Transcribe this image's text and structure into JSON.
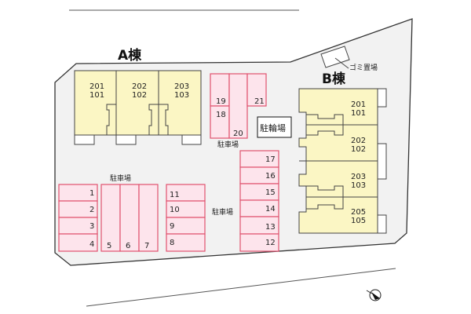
{
  "buildings": {
    "a": {
      "title": "A棟",
      "units": [
        [
          "201",
          "101"
        ],
        [
          "202",
          "102"
        ],
        [
          "203",
          "103"
        ]
      ]
    },
    "b": {
      "title": "B棟",
      "units": [
        [
          "201",
          "101"
        ],
        [
          "202",
          "102"
        ],
        [
          "203",
          "103"
        ],
        [
          "205",
          "105"
        ]
      ]
    }
  },
  "labels": {
    "parking": "駐車場",
    "bicycle_parking": "駐輪場",
    "garbage": "ゴミ置場"
  },
  "parking_slots": [
    "1",
    "2",
    "3",
    "4",
    "5",
    "6",
    "7",
    "8",
    "9",
    "10",
    "11",
    "12",
    "13",
    "14",
    "15",
    "16",
    "17",
    "18",
    "19",
    "20",
    "21"
  ],
  "colors": {
    "parking": "#fde4ec",
    "parking_border": "#e0526f",
    "building": "#fbf6c4",
    "lot": "#f2f2f2"
  }
}
